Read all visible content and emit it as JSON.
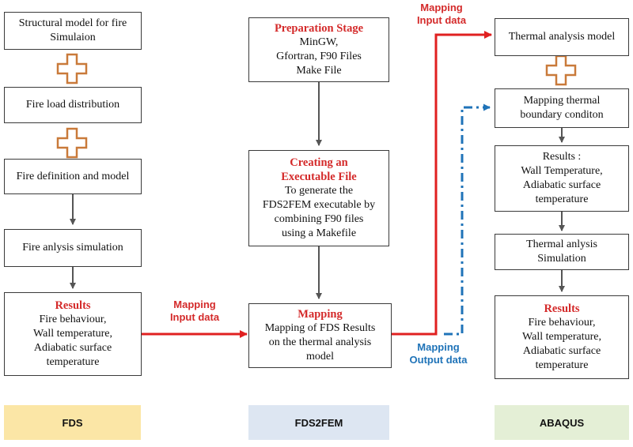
{
  "colors": {
    "emphasis_text": "#d42a2a",
    "input_mapping_line": "#e02020",
    "output_mapping_line": "#1f73b8",
    "plus_outline": "#c97a3a",
    "box_border": "#3a3a3a",
    "fds_panel": "#fbe6a6",
    "fds2fem_panel": "#dde6f2",
    "abaqus_panel": "#e4efd6"
  },
  "icons": {
    "plus": "plus-icon"
  },
  "fds": {
    "box1": [
      "Structural model for fire",
      "Simulaion"
    ],
    "box2": [
      "Fire load distribution"
    ],
    "box3": [
      "Fire definition and model"
    ],
    "box4": [
      "Fire anlysis simulation"
    ],
    "box5": {
      "heading": "Results",
      "lines": [
        "Fire behaviour,",
        "Wall temperature,",
        "Adiabatic surface",
        "temperature"
      ]
    },
    "footer": "FDS"
  },
  "fds2fem": {
    "box1": {
      "heading": "Preparation Stage",
      "lines": [
        "MinGW,",
        "Gfortran, F90 Files",
        "Make File"
      ]
    },
    "box2": {
      "heading": [
        "Creating an",
        "Executable File"
      ],
      "lines": [
        "To generate the",
        "FDS2FEM executable by",
        "combining F90 files",
        "using a Makefile"
      ]
    },
    "box3": {
      "heading": "Mapping",
      "lines": [
        "Mapping of FDS Results",
        "on the thermal analysis",
        "model"
      ]
    },
    "footer": "FDS2FEM"
  },
  "abaqus": {
    "box1": [
      "Thermal analysis model"
    ],
    "box2": [
      "Mapping thermal",
      "boundary conditon"
    ],
    "box3": [
      "Results :",
      "Wall Temperature,",
      "Adiabatic surface",
      "temperature"
    ],
    "box4": [
      "Thermal anlysis",
      "Simulation"
    ],
    "box5": {
      "heading": "Results",
      "lines": [
        "Fire behaviour,",
        "Wall temperature,",
        "Adiabatic surface",
        "temperature"
      ]
    },
    "footer": "ABAQUS"
  },
  "edge_labels": {
    "fds_to_mapping": [
      "Mapping",
      "Input data"
    ],
    "mapping_to_abaqus": [
      "Mapping",
      "Input data"
    ],
    "abaqus_to_mapping": [
      "Mapping",
      "Output data"
    ]
  }
}
